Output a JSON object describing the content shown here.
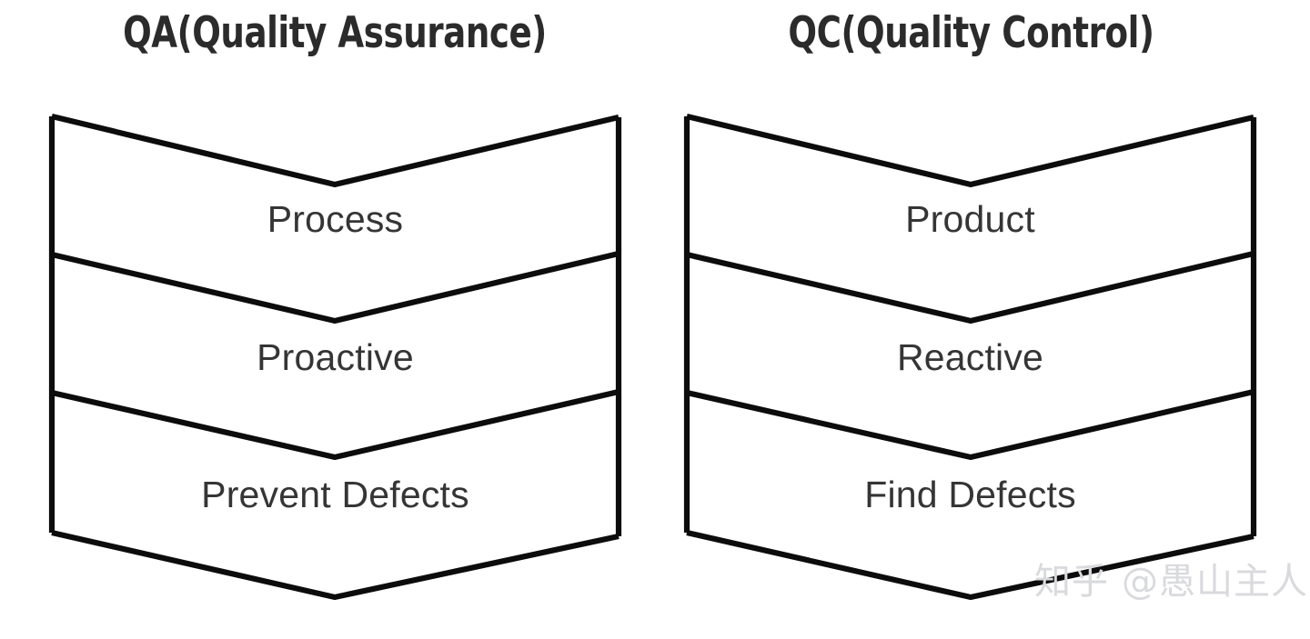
{
  "diagram": {
    "type": "comparison-chevron",
    "background_color": "#ffffff",
    "stroke_color": "#0c0c0c",
    "label_color": "#353535",
    "title_color": "#2b2b2b",
    "columns": [
      {
        "id": "qa",
        "title": "QA(Quality Assurance)",
        "bands": [
          {
            "label": "Process"
          },
          {
            "label": "Proactive"
          },
          {
            "label": "Prevent Defects"
          }
        ]
      },
      {
        "id": "qc",
        "title": "QC(Quality Control)",
        "bands": [
          {
            "label": "Product"
          },
          {
            "label": "Reactive"
          },
          {
            "label": "Find Defects"
          }
        ]
      }
    ]
  },
  "watermark": {
    "logo_text": "知乎",
    "handle": "@愚山主人",
    "color": "#d9dadd"
  }
}
